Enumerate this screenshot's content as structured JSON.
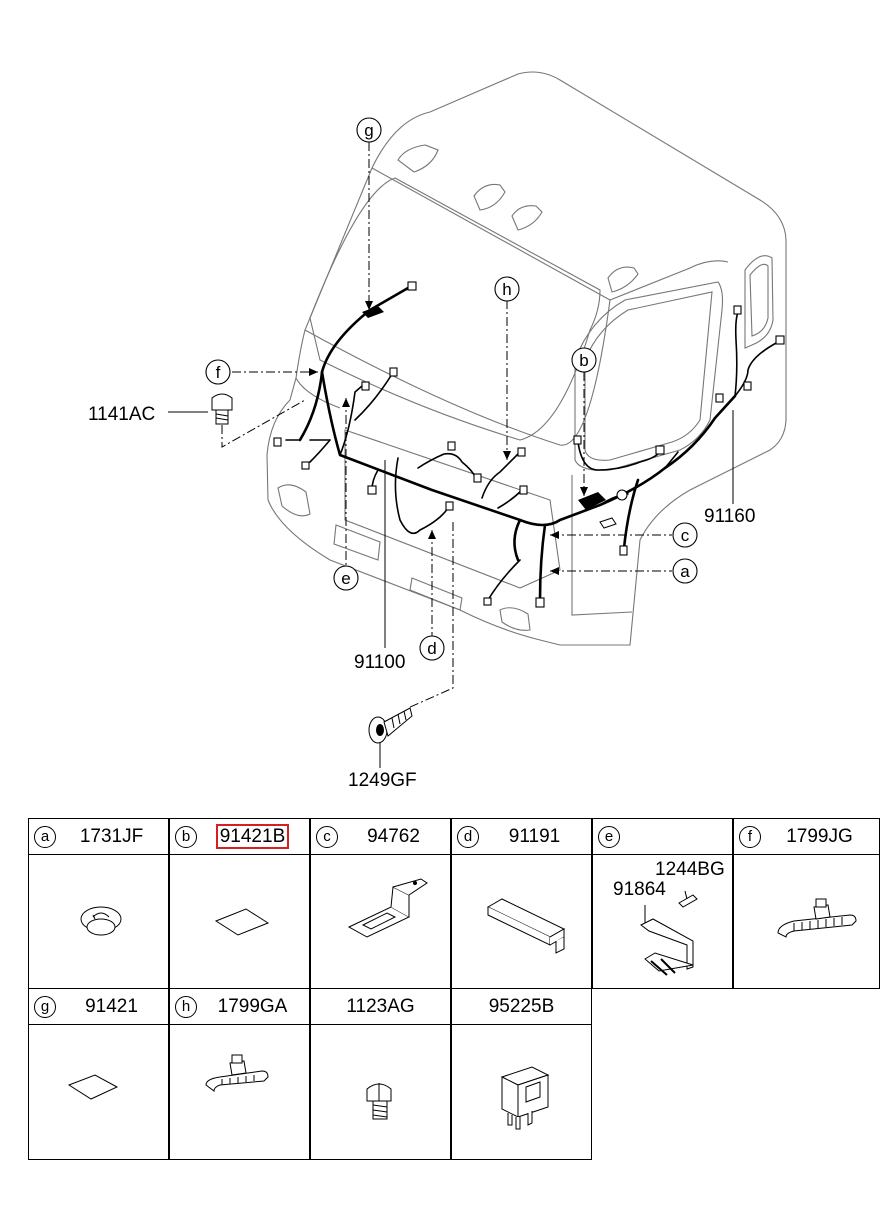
{
  "diagram": {
    "letters": [
      "a",
      "b",
      "c",
      "d",
      "e",
      "f",
      "g",
      "h"
    ],
    "callouts": {
      "bolt": "1141AC",
      "main_harness": "91100",
      "cab_harness": "91160",
      "screw": "1249GF"
    }
  },
  "parts_table": {
    "cells": [
      {
        "letter": "a",
        "code": "1731JF",
        "icon": "grommet-icon"
      },
      {
        "letter": "b",
        "code": "91421B",
        "icon": "pad-icon",
        "highlighted": true
      },
      {
        "letter": "c",
        "code": "94762",
        "icon": "bracket-icon"
      },
      {
        "letter": "d",
        "code": "91191",
        "icon": "protector-icon"
      },
      {
        "letter": "e",
        "code": "",
        "icon": "bracket-bolt-icon",
        "sub_codes": [
          "1244BG",
          "91864"
        ]
      },
      {
        "letter": "f",
        "code": "1799JG",
        "icon": "cable-tie-icon"
      },
      {
        "letter": "g",
        "code": "91421",
        "icon": "pad-icon"
      },
      {
        "letter": "h",
        "code": "1799GA",
        "icon": "cable-tie-icon"
      },
      {
        "letter": "",
        "code": "1123AG",
        "icon": "bolt-icon"
      },
      {
        "letter": "",
        "code": "95225B",
        "icon": "relay-icon"
      }
    ]
  },
  "colors": {
    "highlight": "#d42020",
    "line": "#000000",
    "body_outline": "#777777"
  }
}
